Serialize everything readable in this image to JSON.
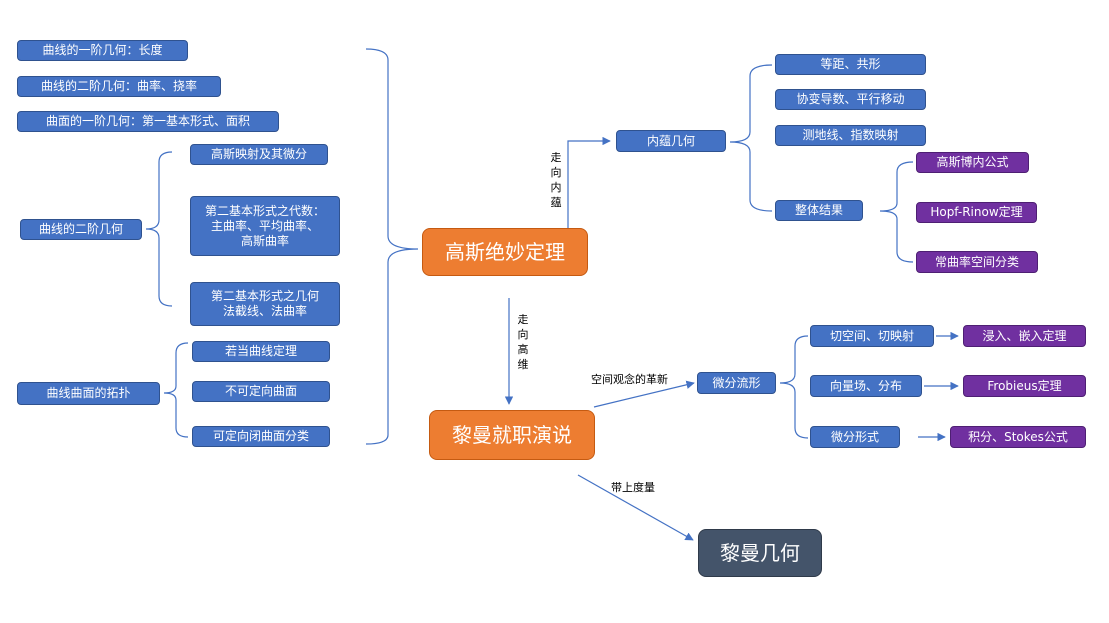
{
  "nodes": {
    "gauss_theorem": "高斯绝妙定理",
    "riemann_lecture": "黎曼就职演说",
    "riemann_geometry": "黎曼几何",
    "curve_first_order": "曲线的一阶几何：长度",
    "curve_second_order_curvature": "曲线的二阶几何：曲率、挠率",
    "surface_first_order": "曲面的一阶几何：第一基本形式、面积",
    "curve_second_order": "曲线的二阶几何",
    "gauss_map": "高斯映射及其微分",
    "second_form_algebra": "第二基本形式之代数：\n主曲率、平均曲率、\n高斯曲率",
    "second_form_geometry": "第二基本形式之几何\n法截线、法曲率",
    "curve_surface_topology": "曲线曲面的拓扑",
    "jordan_curve": "若当曲线定理",
    "nonorientable_surface": "不可定向曲面",
    "orientable_closed_classification": "可定向闭曲面分类",
    "intrinsic_geometry": "内蕴几何",
    "isometry_conformal": "等距、共形",
    "covariant_derivative": "协变导数、平行移动",
    "geodesic_exp_map": "测地线、指数映射",
    "global_results": "整体结果",
    "gauss_bonnet": "高斯博内公式",
    "hopf_rinow": "Hopf-Rinow定理",
    "constant_curvature": "常曲率空间分类",
    "differential_manifold": "微分流形",
    "tangent_space": "切空间、切映射",
    "immersion_embedding": "浸入、嵌入定理",
    "vector_field": "向量场、分布",
    "frobenius": "Frobieus定理",
    "differential_forms": "微分形式",
    "stokes": "积分、Stokes公式"
  },
  "edge_labels": {
    "to_intrinsic": "走向内蕴",
    "to_higher_dim": "走向高维",
    "space_renewal": "空间观念的革新",
    "with_metric": "带上度量"
  },
  "colors": {
    "blue_node": "#4472c4",
    "purple_node": "#7030a0",
    "orange_node": "#ed7d31",
    "dark_node": "#44546a",
    "bracket_line": "#4472c4"
  }
}
